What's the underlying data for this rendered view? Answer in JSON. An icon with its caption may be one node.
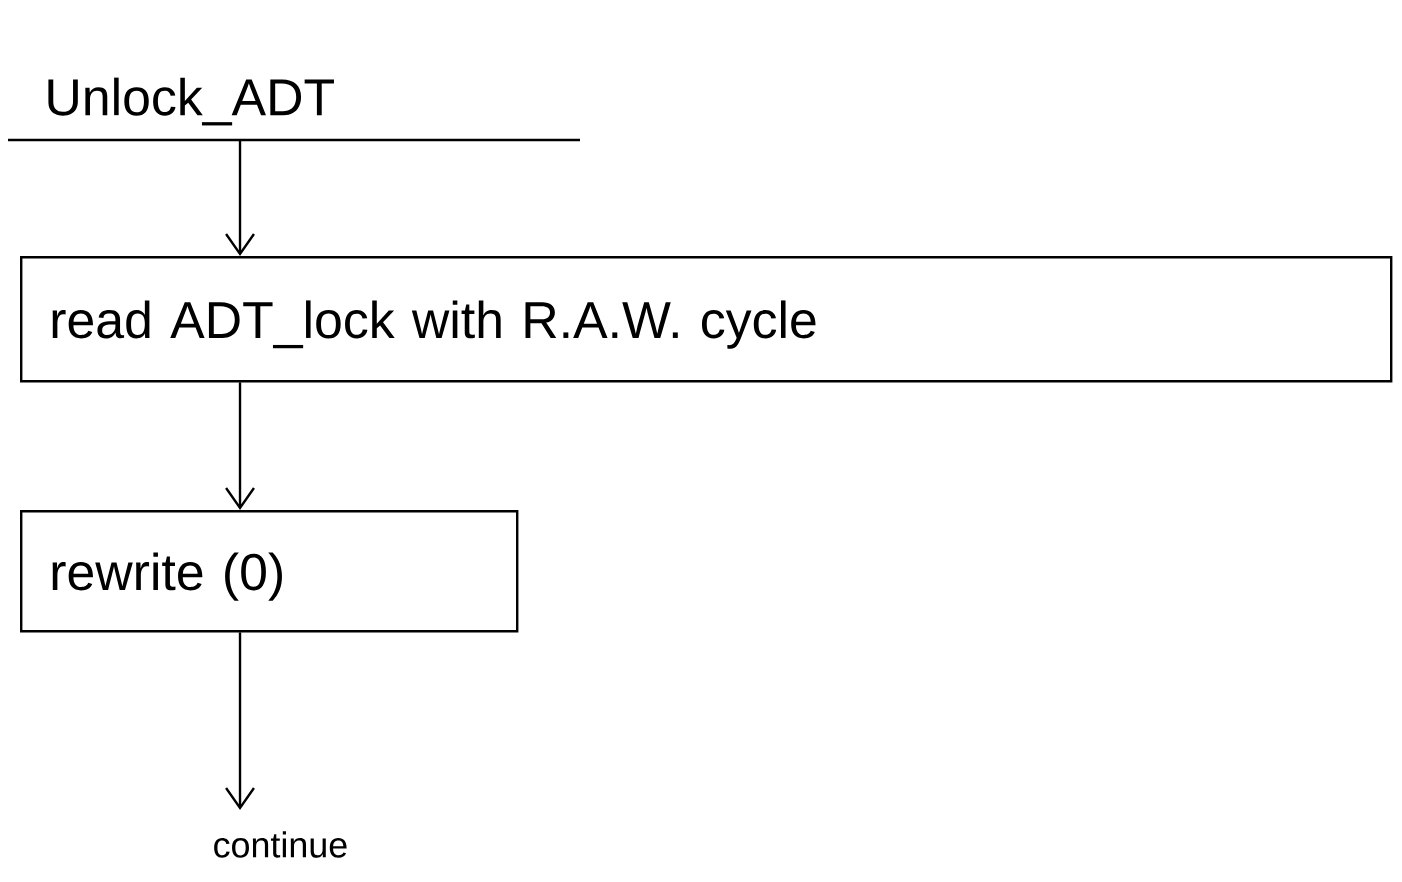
{
  "diagram": {
    "nodes": [
      {
        "text": [
          "Unlock_ADT"
        ]
      },
      {
        "text": [
          "read ADT_lock with R.A.W. cycle"
        ]
      },
      {
        "text": [
          "rewrite (0)"
        ]
      },
      {
        "text": [
          "continue"
        ]
      }
    ],
    "edges": [
      {
        "from": 0,
        "to": 1,
        "arrow": "to"
      },
      {
        "from": 1,
        "to": 2,
        "arrow": "to"
      },
      {
        "from": 2,
        "to": 3,
        "arrow": "to"
      }
    ]
  }
}
